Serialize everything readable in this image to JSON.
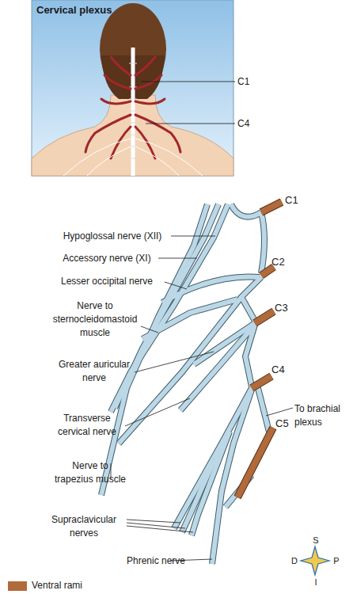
{
  "diagram": {
    "title": "Cervical plexus",
    "labels": [
      "C1",
      "C4",
      "C1",
      "Hypoglossal nerve (XII)",
      "C2",
      "Accessory nerve (XI)",
      "Lesser occipital nerve",
      "Nerve to sternocleidomastoid muscle",
      "C3",
      "Greater auricular nerve",
      "Transverse cervical nerve",
      "C4",
      "To brachial plexus",
      "C5",
      "Nerve to trapezius muscle",
      "Supraclavicular nerves",
      "Phrenic nerve",
      "S",
      "D",
      "P",
      "I"
    ],
    "legend": [
      {
        "text": "Ventral rami",
        "color": "#b06a3b"
      }
    ]
  }
}
